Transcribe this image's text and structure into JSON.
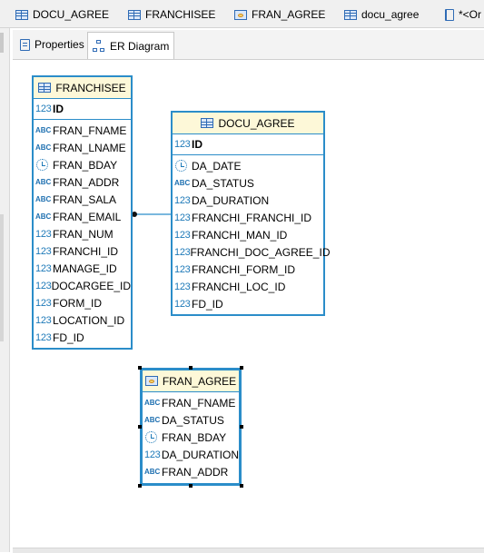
{
  "editor_tabs": [
    {
      "label": "DOCU_AGREE",
      "icon": "table-icon"
    },
    {
      "label": "FRANCHISEE",
      "icon": "table-icon"
    },
    {
      "label": "FRAN_AGREE",
      "icon": "view-icon"
    },
    {
      "label": "docu_agree",
      "icon": "table-icon"
    },
    {
      "label": "*<Or",
      "icon": "script-icon"
    }
  ],
  "sub_tabs": [
    {
      "label": "Properties",
      "icon": "properties-icon"
    },
    {
      "label": "ER Diagram",
      "icon": "er-diagram-icon",
      "active": true
    }
  ],
  "entities": {
    "franchisee": {
      "name": "FRANCHISEE",
      "pk": {
        "type": "123",
        "name": "ID"
      },
      "columns": [
        {
          "type": "abc",
          "name": "FRAN_FNAME"
        },
        {
          "type": "abc",
          "name": "FRAN_LNAME"
        },
        {
          "type": "date",
          "name": "FRAN_BDAY"
        },
        {
          "type": "abc",
          "name": "FRAN_ADDR"
        },
        {
          "type": "abc",
          "name": "FRAN_SALA"
        },
        {
          "type": "abc",
          "name": "FRAN_EMAIL"
        },
        {
          "type": "123",
          "name": "FRAN_NUM"
        },
        {
          "type": "123",
          "name": "FRANCHI_ID"
        },
        {
          "type": "123",
          "name": "MANAGE_ID"
        },
        {
          "type": "123",
          "name": "DOCARGEE_ID"
        },
        {
          "type": "123",
          "name": "FORM_ID"
        },
        {
          "type": "123",
          "name": "LOCATION_ID"
        },
        {
          "type": "123",
          "name": "FD_ID"
        }
      ]
    },
    "docu_agree": {
      "name": "DOCU_AGREE",
      "pk": {
        "type": "123",
        "name": "ID"
      },
      "columns": [
        {
          "type": "date",
          "name": "DA_DATE"
        },
        {
          "type": "abc",
          "name": "DA_STATUS"
        },
        {
          "type": "123",
          "name": "DA_DURATION"
        },
        {
          "type": "123",
          "name": "FRANCHI_FRANCHI_ID"
        },
        {
          "type": "123",
          "name": "FRANCHI_MAN_ID"
        },
        {
          "type": "123",
          "name": "FRANCHI_DOC_AGREE_ID"
        },
        {
          "type": "123",
          "name": "FRANCHI_FORM_ID"
        },
        {
          "type": "123",
          "name": "FRANCHI_LOC_ID"
        },
        {
          "type": "123",
          "name": "FD_ID"
        }
      ]
    },
    "fran_agree": {
      "name": "FRAN_AGREE",
      "columns": [
        {
          "type": "abc",
          "name": "FRAN_FNAME"
        },
        {
          "type": "abc",
          "name": "DA_STATUS"
        },
        {
          "type": "date",
          "name": "FRAN_BDAY"
        },
        {
          "type": "123",
          "name": "DA_DURATION"
        },
        {
          "type": "abc",
          "name": "FRAN_ADDR"
        }
      ]
    }
  },
  "type_labels": {
    "abc": "ABC",
    "num": "123"
  },
  "colors": {
    "entity_border": "#2b8dc9",
    "header_bg": "#fdf8d8",
    "type_icon": "#1d79b8"
  }
}
